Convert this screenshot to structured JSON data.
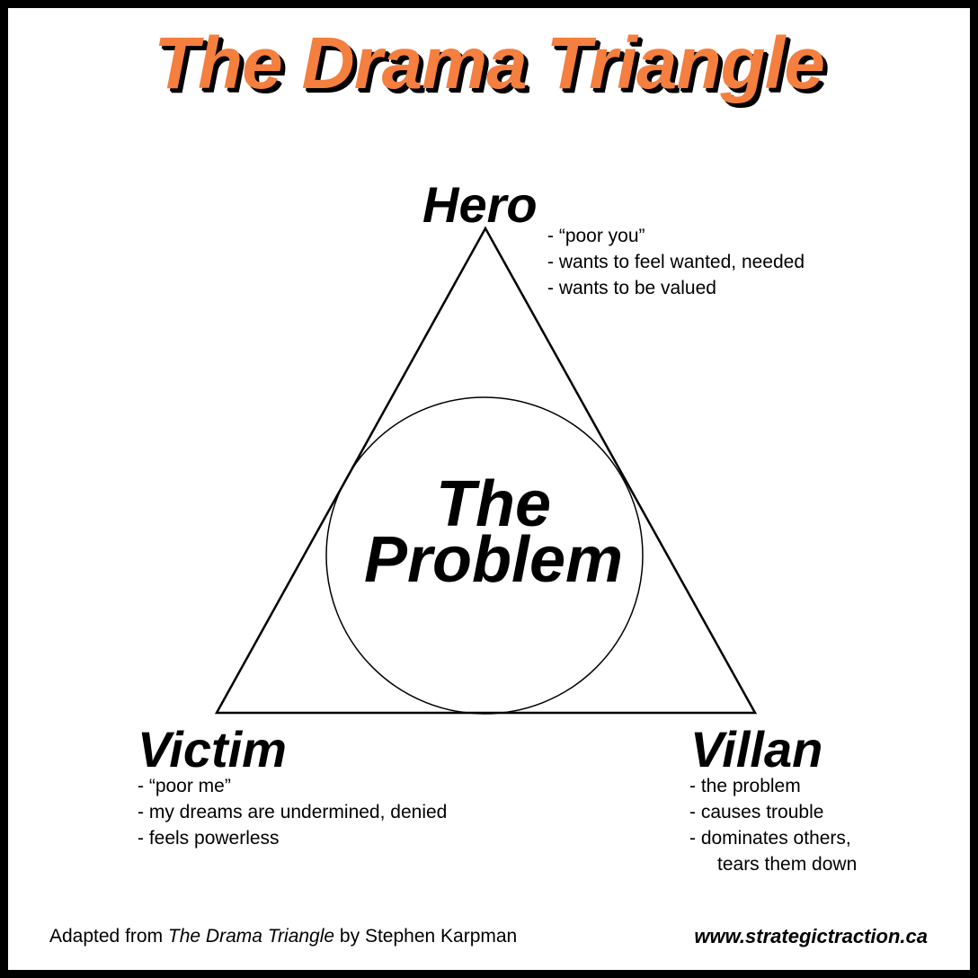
{
  "title": "The Drama Triangle",
  "center": {
    "line1": "The",
    "line2": "Problem"
  },
  "hero": {
    "name": "Hero",
    "traits": [
      "- “poor you”",
      "- wants to feel wanted, needed",
      "- wants to be valued"
    ]
  },
  "victim": {
    "name": "Victim",
    "traits": [
      "- “poor me”",
      "- my dreams are undermined, denied",
      "- feels powerless"
    ]
  },
  "villan": {
    "name": "Villan",
    "traits": [
      "- the problem",
      "- causes trouble",
      "- dominates others,",
      "tears them down"
    ]
  },
  "footer": {
    "credit_prefix": "Adapted from ",
    "credit_title": "The Drama Triangle",
    "credit_suffix": " by Stephen Karpman",
    "website": "www.strategictraction.ca"
  },
  "colors": {
    "title": "#f47f3e",
    "border": "#000000",
    "background": "#ffffff"
  }
}
